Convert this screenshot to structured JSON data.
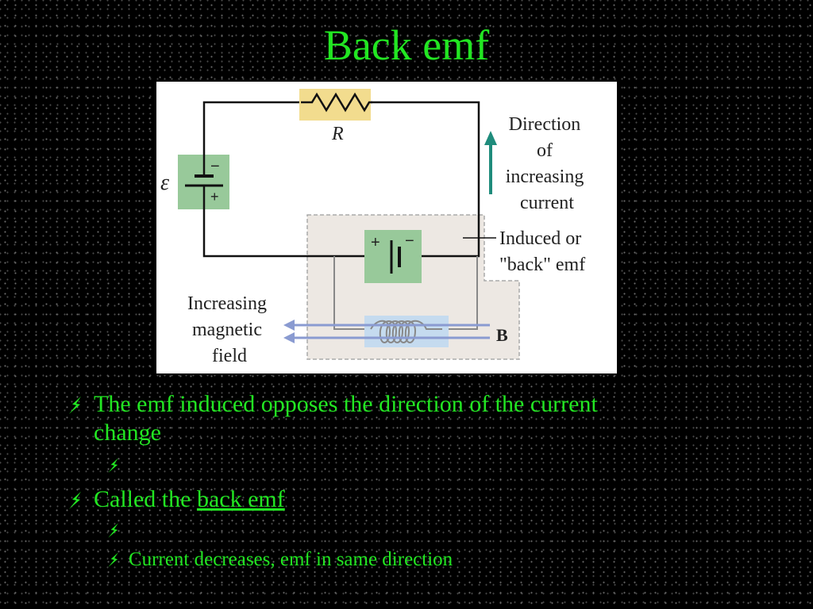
{
  "slide": {
    "title": "Back emf"
  },
  "figure": {
    "resistor_label": "R",
    "battery_label": "ε",
    "battery_minus": "−",
    "battery_plus": "+",
    "back_battery_plus": "+",
    "back_battery_minus": "−",
    "direction_label": [
      "Direction",
      "of",
      "increasing",
      "current"
    ],
    "induced_label": [
      "Induced or",
      "\"back\" emf"
    ],
    "field_label": [
      "Increasing",
      "magnetic",
      "field"
    ],
    "b_label": "B"
  },
  "bullets": [
    {
      "level": 1,
      "text_lines": [
        "The emf induced opposes the direction of the current",
        "change"
      ]
    },
    {
      "level": 2,
      "text": ""
    },
    {
      "level": 1,
      "prefix": "Called the ",
      "underlined": "back emf"
    },
    {
      "level": 2,
      "text": ""
    },
    {
      "level": 2,
      "text": "Current decreases, emf in same direction"
    }
  ],
  "colors": {
    "title": "#22e622",
    "text": "#22e622",
    "resistor_bg": "#f2dc8e",
    "battery_bg": "#98c99a",
    "inductor_region": "#ede8e3",
    "arrow_teal": "#1f8c7c",
    "field_arrow": "#8a9bd1",
    "coil_bg": "#c5dbef"
  },
  "icons": {
    "bullet": "lightning-bolt-icon"
  }
}
